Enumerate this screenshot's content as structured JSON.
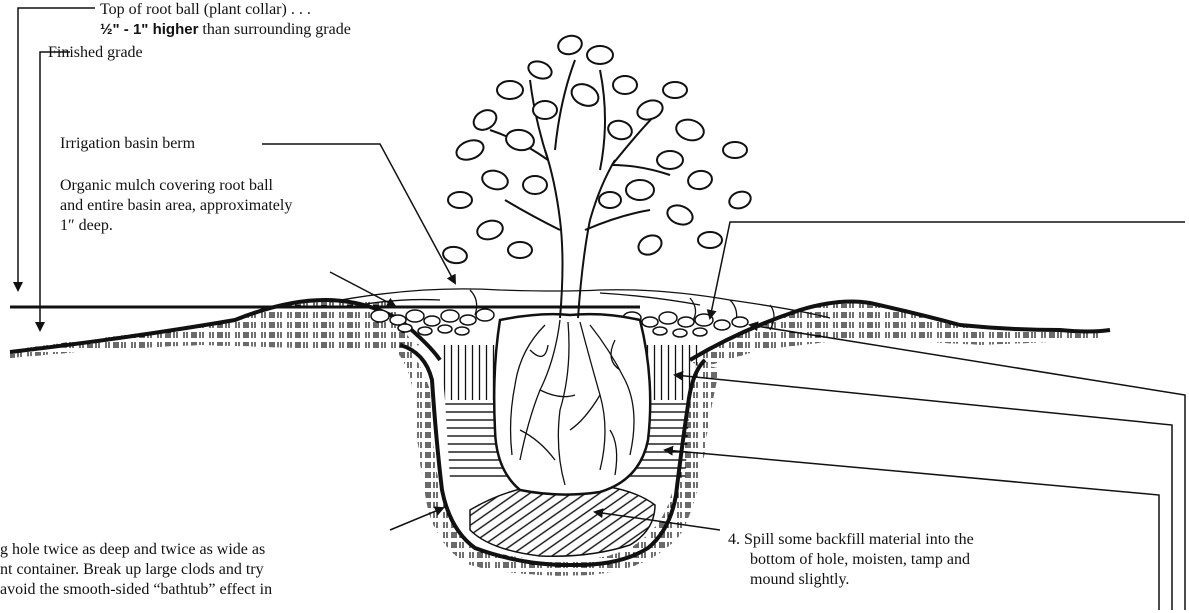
{
  "labels": {
    "top_root_ball_line1": "Top of root ball (plant collar) . . .",
    "top_root_ball_line2_bold": "½\" - 1\" higher",
    "top_root_ball_line2_rest": "than surrounding grade",
    "finished_grade": "Finished grade",
    "irrigation_berm": "Irrigation basin berm",
    "mulch_line1": "Organic mulch covering root ball",
    "mulch_line2": "and entire basin area, approximately",
    "mulch_line3": "1″ deep.",
    "dig_hole_line1": "g hole twice as deep and twice as wide as",
    "dig_hole_line2": "nt container.  Break up large clods and try",
    "dig_hole_line3": "avoid the smooth-sided “bathtub” effect in",
    "step4_line1": "4.  Spill some backfill material into the",
    "step4_line2": "bottom of hole, moisten, tamp and",
    "step4_line3": "mound slightly."
  },
  "colors": {
    "ink": "#111111",
    "paper": "#ffffff"
  },
  "icons": {
    "tree": "tree-illustration",
    "arrow": "leader-arrow"
  }
}
